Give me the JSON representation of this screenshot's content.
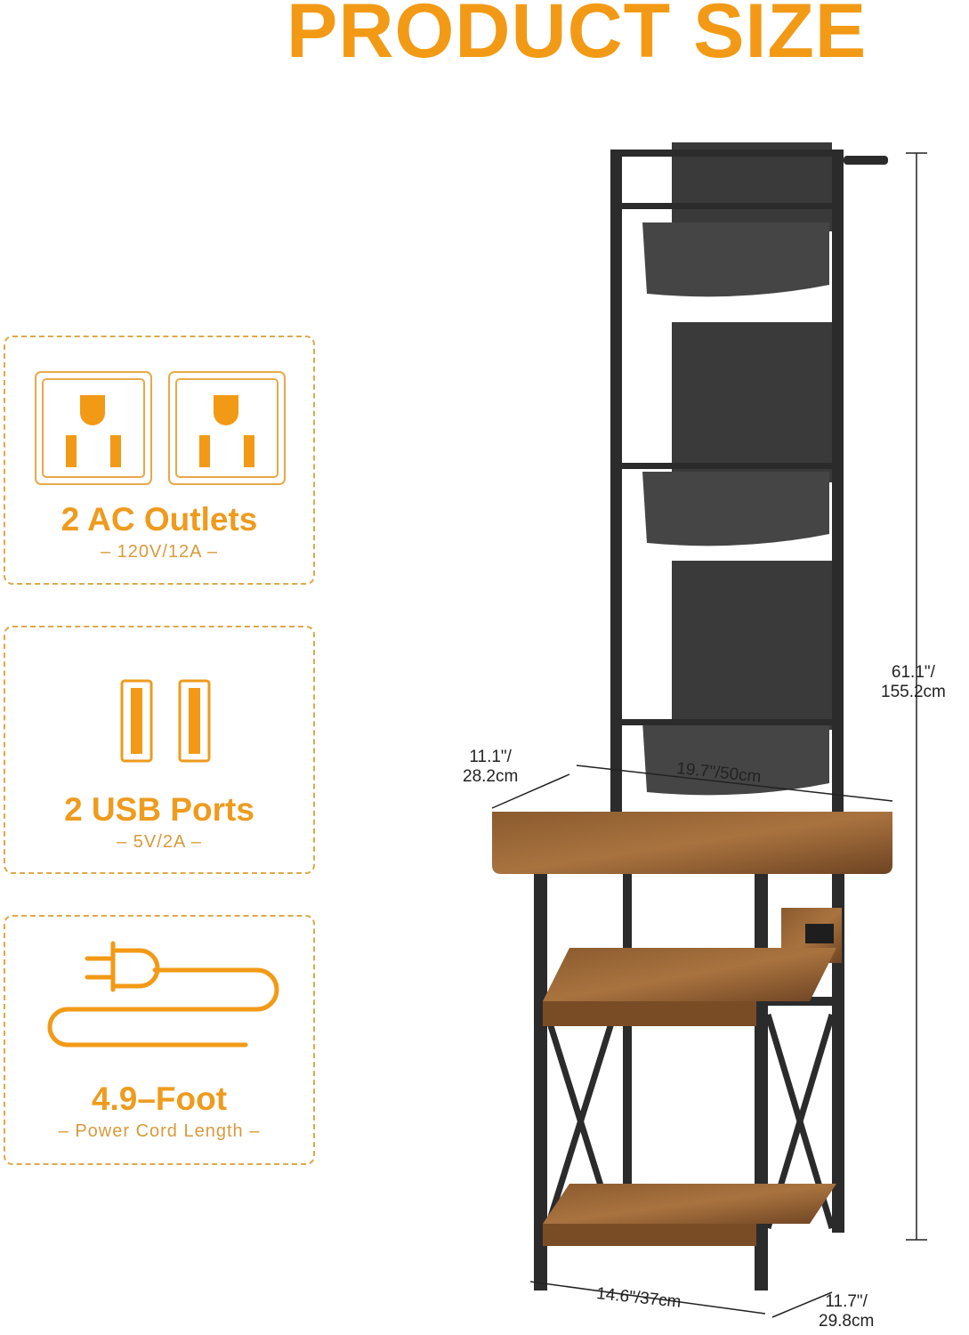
{
  "title": "PRODUCT SIZE",
  "accent_color": "#F29A16",
  "features": [
    {
      "icon": "ac-outlet-icon",
      "heading": "2 AC Outlets",
      "detail": "– 120V/12A –"
    },
    {
      "icon": "usb-port-icon",
      "heading": "2 USB Ports",
      "detail": "– 5V/2A –"
    },
    {
      "icon": "power-plug-cord-icon",
      "heading": "4.9–Foot",
      "detail": "– Power Cord Length –"
    }
  ],
  "dimensions": {
    "height": "61.1\"/\n155.2cm",
    "depth_top": "11.1\"/\n28.2cm",
    "width_top": "19.7\"/50cm",
    "width_bottom": "14.6\"/37cm",
    "depth_bottom": "11.7\"/\n29.8cm"
  }
}
